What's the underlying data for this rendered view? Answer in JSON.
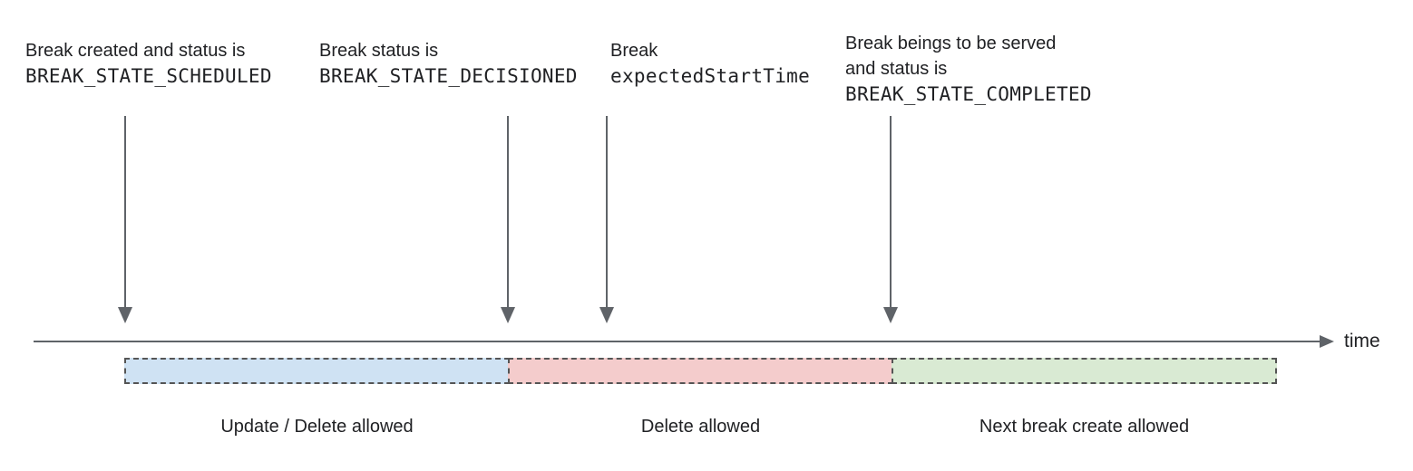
{
  "annotations": [
    {
      "lines": [
        {
          "text": "Break created and status is",
          "style": "sans"
        },
        {
          "text": "BREAK_STATE_SCHEDULED",
          "style": "mono"
        }
      ]
    },
    {
      "lines": [
        {
          "text": "Break status is",
          "style": "sans"
        },
        {
          "text": "BREAK_STATE_DECISIONED",
          "style": "mono"
        }
      ]
    },
    {
      "lines": [
        {
          "text": "Break",
          "style": "sans"
        },
        {
          "text": "expectedStartTime",
          "style": "mono"
        }
      ]
    },
    {
      "lines": [
        {
          "text": "Break beings to be served",
          "style": "sans"
        },
        {
          "text": "and status is",
          "style": "sans"
        },
        {
          "text": "BREAK_STATE_COMPLETED",
          "style": "mono"
        }
      ]
    }
  ],
  "timeline": {
    "axis_label": "time"
  },
  "segments": [
    {
      "label": "Update / Delete allowed",
      "fill": "#cfe2f3"
    },
    {
      "label": "Delete allowed",
      "fill": "#f4cccc"
    },
    {
      "label": "Next break create allowed",
      "fill": "#d9ead3"
    }
  ],
  "colors": {
    "text": "#202124",
    "line": "#5f6368",
    "segment_border": "#555555",
    "background": "#ffffff"
  }
}
